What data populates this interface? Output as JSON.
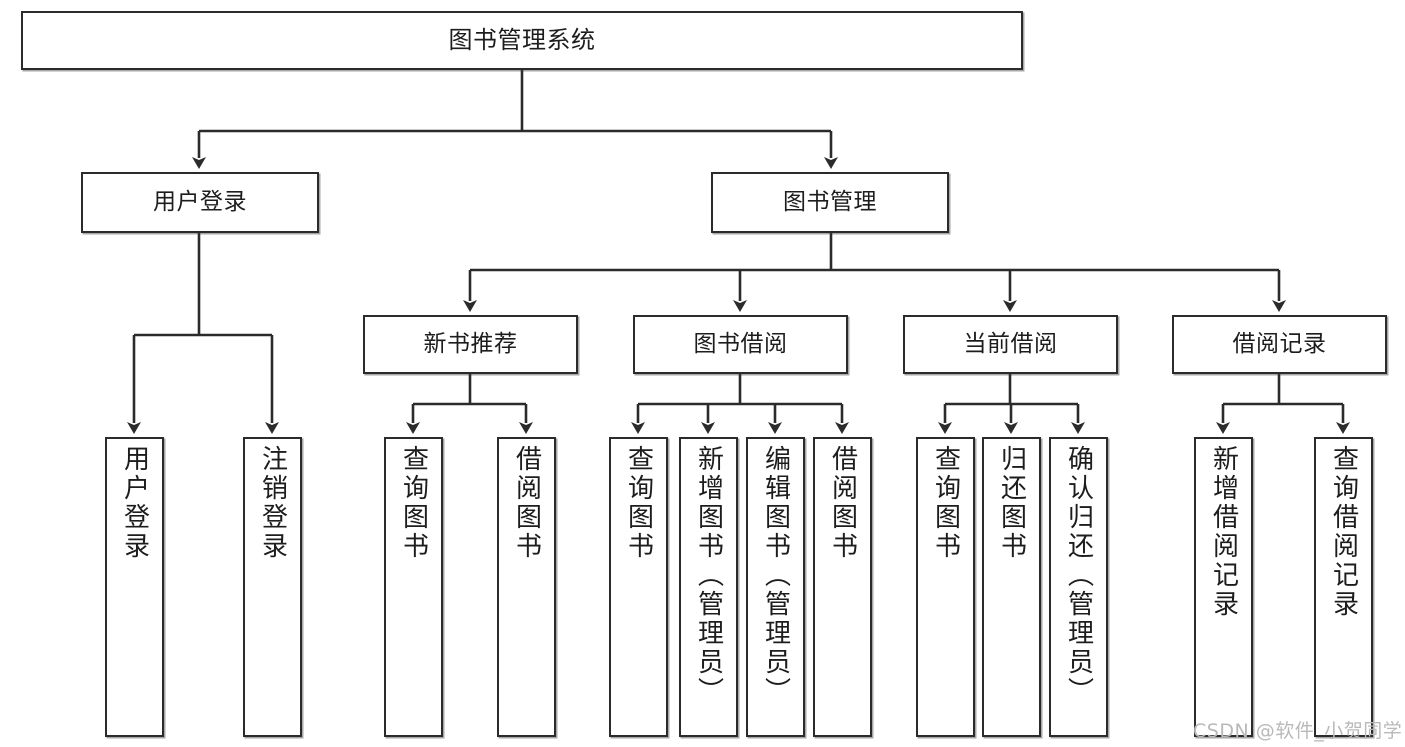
{
  "diagram": {
    "title": "图书管理系统",
    "type": "tree-hierarchy-diagram",
    "watermark": "CSDN @软件_小贺同学",
    "colors": {
      "stroke": "#2b2b2b",
      "fill": "#ffffff",
      "text": "#1d1d1d",
      "watermark": "#b9b9b9"
    },
    "nodes": {
      "root": {
        "label": "图书管理系统"
      },
      "level2": [
        {
          "id": "user-login",
          "label": "用户登录"
        },
        {
          "id": "book-manage",
          "label": "图书管理"
        }
      ],
      "level3": [
        {
          "id": "new-book-recommend",
          "label": "新书推荐"
        },
        {
          "id": "book-borrow",
          "label": "图书借阅"
        },
        {
          "id": "current-borrow",
          "label": "当前借阅"
        },
        {
          "id": "borrow-record",
          "label": "借阅记录"
        }
      ],
      "leaves": {
        "user_login": [
          {
            "id": "leaf-user-login",
            "label": "用户登录"
          },
          {
            "id": "leaf-logout-login",
            "label": "注销登录"
          }
        ],
        "new_book_recommend": [
          {
            "id": "leaf-query-book-1",
            "label": "查询图书"
          },
          {
            "id": "leaf-borrow-book-1",
            "label": "借阅图书"
          }
        ],
        "book_borrow": [
          {
            "id": "leaf-query-book-2",
            "label": "查询图书"
          },
          {
            "id": "leaf-add-book",
            "label": "新增图书（管理员）"
          },
          {
            "id": "leaf-edit-book",
            "label": "编辑图书（管理员）"
          },
          {
            "id": "leaf-borrow-book-2",
            "label": "借阅图书"
          }
        ],
        "current_borrow": [
          {
            "id": "leaf-query-book-3",
            "label": "查询图书"
          },
          {
            "id": "leaf-return-book",
            "label": "归还图书"
          },
          {
            "id": "leaf-confirm-return",
            "label": "确认归还（管理员）"
          }
        ],
        "borrow_record": [
          {
            "id": "leaf-add-record",
            "label": "新增借阅记录"
          },
          {
            "id": "leaf-query-record",
            "label": "查询借阅记录"
          }
        ]
      }
    }
  }
}
